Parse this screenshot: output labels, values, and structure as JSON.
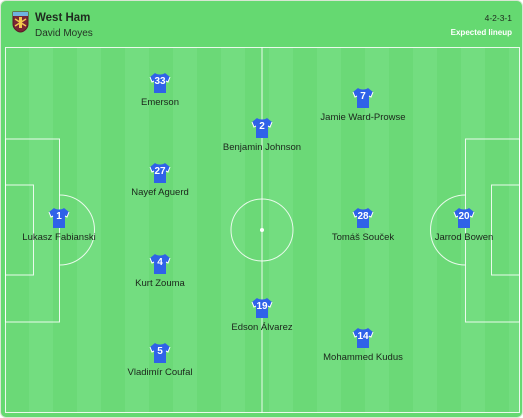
{
  "header": {
    "team": "West Ham",
    "coach": "David Moyes",
    "formation": "4-2-3-1",
    "status": "Expected lineup"
  },
  "colors": {
    "pitch": "#6bd977",
    "pitch_stripe": "#73dd80",
    "shirt": "#2f62e8",
    "shirt_trim": "#ffffff",
    "crest": "#7a2634"
  },
  "icons": {
    "crest": "club-crest-icon",
    "shirt": "jersey-icon"
  },
  "players": [
    {
      "number": "1",
      "name": "Lukasz Fabianski"
    },
    {
      "number": "33",
      "name": "Emerson"
    },
    {
      "number": "27",
      "name": "Nayef Aguerd"
    },
    {
      "number": "4",
      "name": "Kurt Zouma"
    },
    {
      "number": "5",
      "name": "Vladimír Coufal"
    },
    {
      "number": "2",
      "name": "Benjamin Johnson"
    },
    {
      "number": "19",
      "name": "Edson Álvarez"
    },
    {
      "number": "7",
      "name": "Jamie Ward-Prowse"
    },
    {
      "number": "28",
      "name": "Tomáš Souček"
    },
    {
      "number": "14",
      "name": "Mohammed Kudus"
    },
    {
      "number": "20",
      "name": "Jarrod Bowen"
    }
  ]
}
